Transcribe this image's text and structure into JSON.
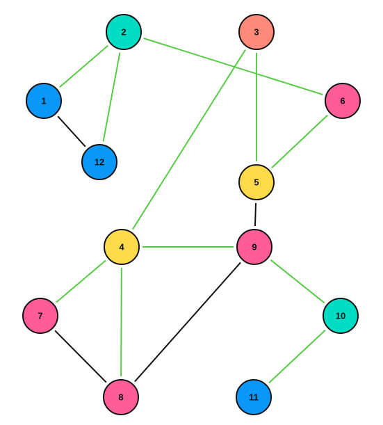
{
  "colors": {
    "teal": "#00DDC4",
    "salmon": "#FF8A7A",
    "blue": "#0A97F7",
    "pink": "#FF5C98",
    "yellow": "#FFDA4A",
    "edge_green": "#55CC44",
    "edge_black": "#111111",
    "node_stroke": "#111111",
    "label": "#111111"
  },
  "nodes": [
    {
      "id": "1",
      "label": "1",
      "color": "blue"
    },
    {
      "id": "2",
      "label": "2",
      "color": "teal"
    },
    {
      "id": "3",
      "label": "3",
      "color": "salmon"
    },
    {
      "id": "4",
      "label": "4",
      "color": "yellow"
    },
    {
      "id": "5",
      "label": "5",
      "color": "yellow"
    },
    {
      "id": "6",
      "label": "6",
      "color": "pink"
    },
    {
      "id": "7",
      "label": "7",
      "color": "pink"
    },
    {
      "id": "8",
      "label": "8",
      "color": "pink"
    },
    {
      "id": "9",
      "label": "9",
      "color": "pink"
    },
    {
      "id": "10",
      "label": "10",
      "color": "teal"
    },
    {
      "id": "11",
      "label": "11",
      "color": "blue"
    },
    {
      "id": "12",
      "label": "12",
      "color": "blue"
    }
  ],
  "edges": [
    {
      "from": "2",
      "to": "1",
      "color": "edge_green"
    },
    {
      "from": "2",
      "to": "12",
      "color": "edge_green"
    },
    {
      "from": "2",
      "to": "6",
      "color": "edge_green"
    },
    {
      "from": "1",
      "to": "12",
      "color": "edge_black"
    },
    {
      "from": "3",
      "to": "4",
      "color": "edge_green"
    },
    {
      "from": "3",
      "to": "5",
      "color": "edge_green"
    },
    {
      "from": "6",
      "to": "5",
      "color": "edge_green"
    },
    {
      "from": "5",
      "to": "9",
      "color": "edge_black"
    },
    {
      "from": "4",
      "to": "9",
      "color": "edge_green"
    },
    {
      "from": "4",
      "to": "7",
      "color": "edge_green"
    },
    {
      "from": "4",
      "to": "8",
      "color": "edge_green"
    },
    {
      "from": "7",
      "to": "8",
      "color": "edge_black"
    },
    {
      "from": "9",
      "to": "8",
      "color": "edge_black"
    },
    {
      "from": "9",
      "to": "10",
      "color": "edge_green"
    },
    {
      "from": "10",
      "to": "11",
      "color": "edge_green"
    }
  ]
}
